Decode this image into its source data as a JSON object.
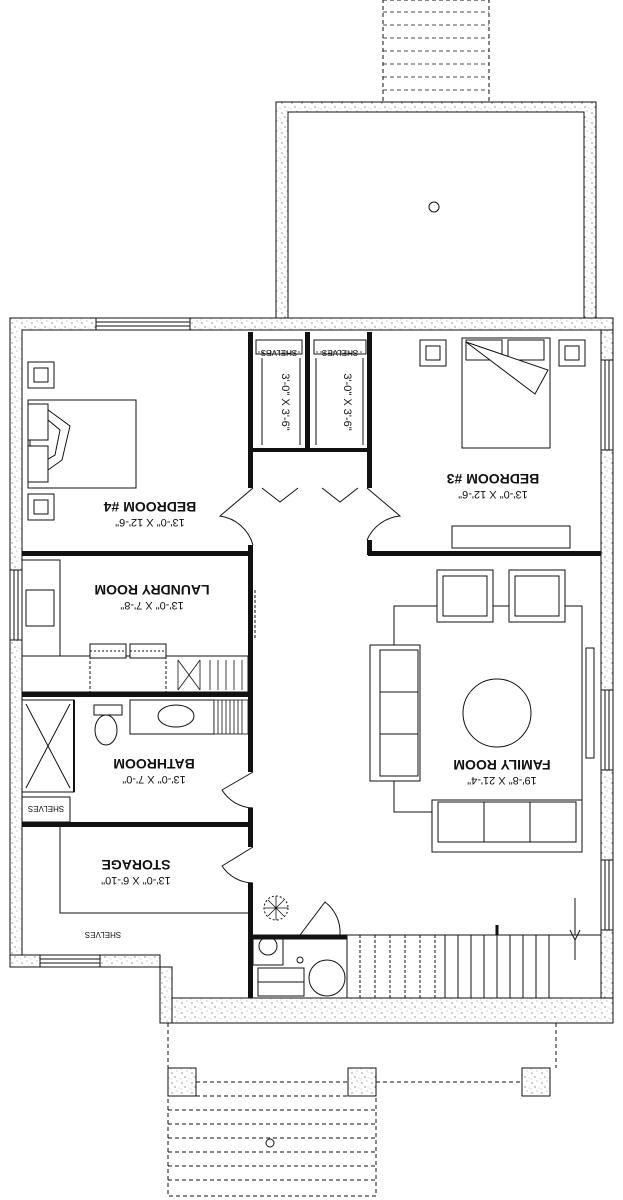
{
  "rooms": {
    "bedroom4": {
      "name": "BEDROOM #4",
      "dims": "13'-0\" X 12'-6\""
    },
    "bedroom3": {
      "name": "BEDROOM #3",
      "dims": "13'-0\" X 12'-6\""
    },
    "laundry": {
      "name": "LAUNDRY ROOM",
      "dims": "13'-0\" X 7'-8\""
    },
    "bathroom": {
      "name": "BATHROOM",
      "dims": "13'-0\" X 7'-0\""
    },
    "storage": {
      "name": "STORAGE",
      "dims": "13'-0\" X 6'-10\""
    },
    "family": {
      "name": "FAMILY ROOM",
      "dims": "19'-8\" X 21'-4\""
    }
  },
  "closets": {
    "left": {
      "shelves": "SHELVES",
      "dims": "3'-0\" X 3'-6\""
    },
    "right": {
      "shelves": "SHELVES",
      "dims": "3'-0\" X 3'-6\""
    }
  },
  "labels": {
    "bath_shelves": "SHELVES",
    "storage_shelves": "SHELVES"
  },
  "colors": {
    "line": "#111111",
    "background": "#ffffff"
  }
}
